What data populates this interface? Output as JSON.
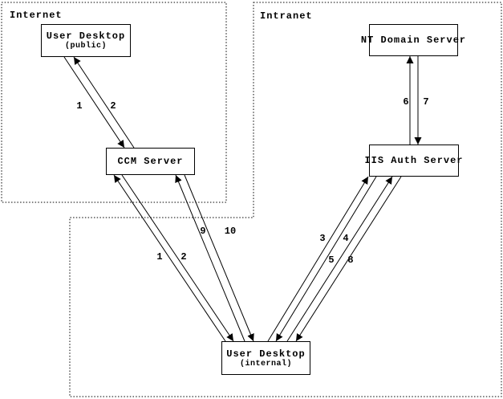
{
  "regions": {
    "internet": {
      "label": "Internet"
    },
    "intranet": {
      "label": "Intranet"
    }
  },
  "nodes": {
    "user_desktop_public": {
      "title": "User Desktop",
      "subtitle": "(public)"
    },
    "ccm_server": {
      "title": "CCM Server"
    },
    "nt_domain_server": {
      "title": "NT Domain Server"
    },
    "iis_auth_server": {
      "title": "IIS Auth Server"
    },
    "user_desktop_internal": {
      "title": "User Desktop",
      "subtitle": "(internal)"
    }
  },
  "connections": [
    {
      "label": "1",
      "from": "user_desktop_public",
      "to": "ccm_server"
    },
    {
      "label": "2",
      "from": "ccm_server",
      "to": "user_desktop_public"
    },
    {
      "label": "1",
      "from": "user_desktop_internal",
      "to": "ccm_server"
    },
    {
      "label": "2",
      "from": "ccm_server",
      "to": "user_desktop_internal"
    },
    {
      "label": "9",
      "from": "user_desktop_internal",
      "to": "ccm_server"
    },
    {
      "label": "10",
      "from": "ccm_server",
      "to": "user_desktop_internal"
    },
    {
      "label": "3",
      "from": "user_desktop_internal",
      "to": "iis_auth_server"
    },
    {
      "label": "4",
      "from": "iis_auth_server",
      "to": "user_desktop_internal"
    },
    {
      "label": "5",
      "from": "user_desktop_internal",
      "to": "iis_auth_server"
    },
    {
      "label": "8",
      "from": "iis_auth_server",
      "to": "user_desktop_internal"
    },
    {
      "label": "6",
      "from": "iis_auth_server",
      "to": "nt_domain_server"
    },
    {
      "label": "7",
      "from": "nt_domain_server",
      "to": "iis_auth_server"
    }
  ],
  "colors": {
    "ink": "#000000",
    "background": "#ffffff"
  }
}
